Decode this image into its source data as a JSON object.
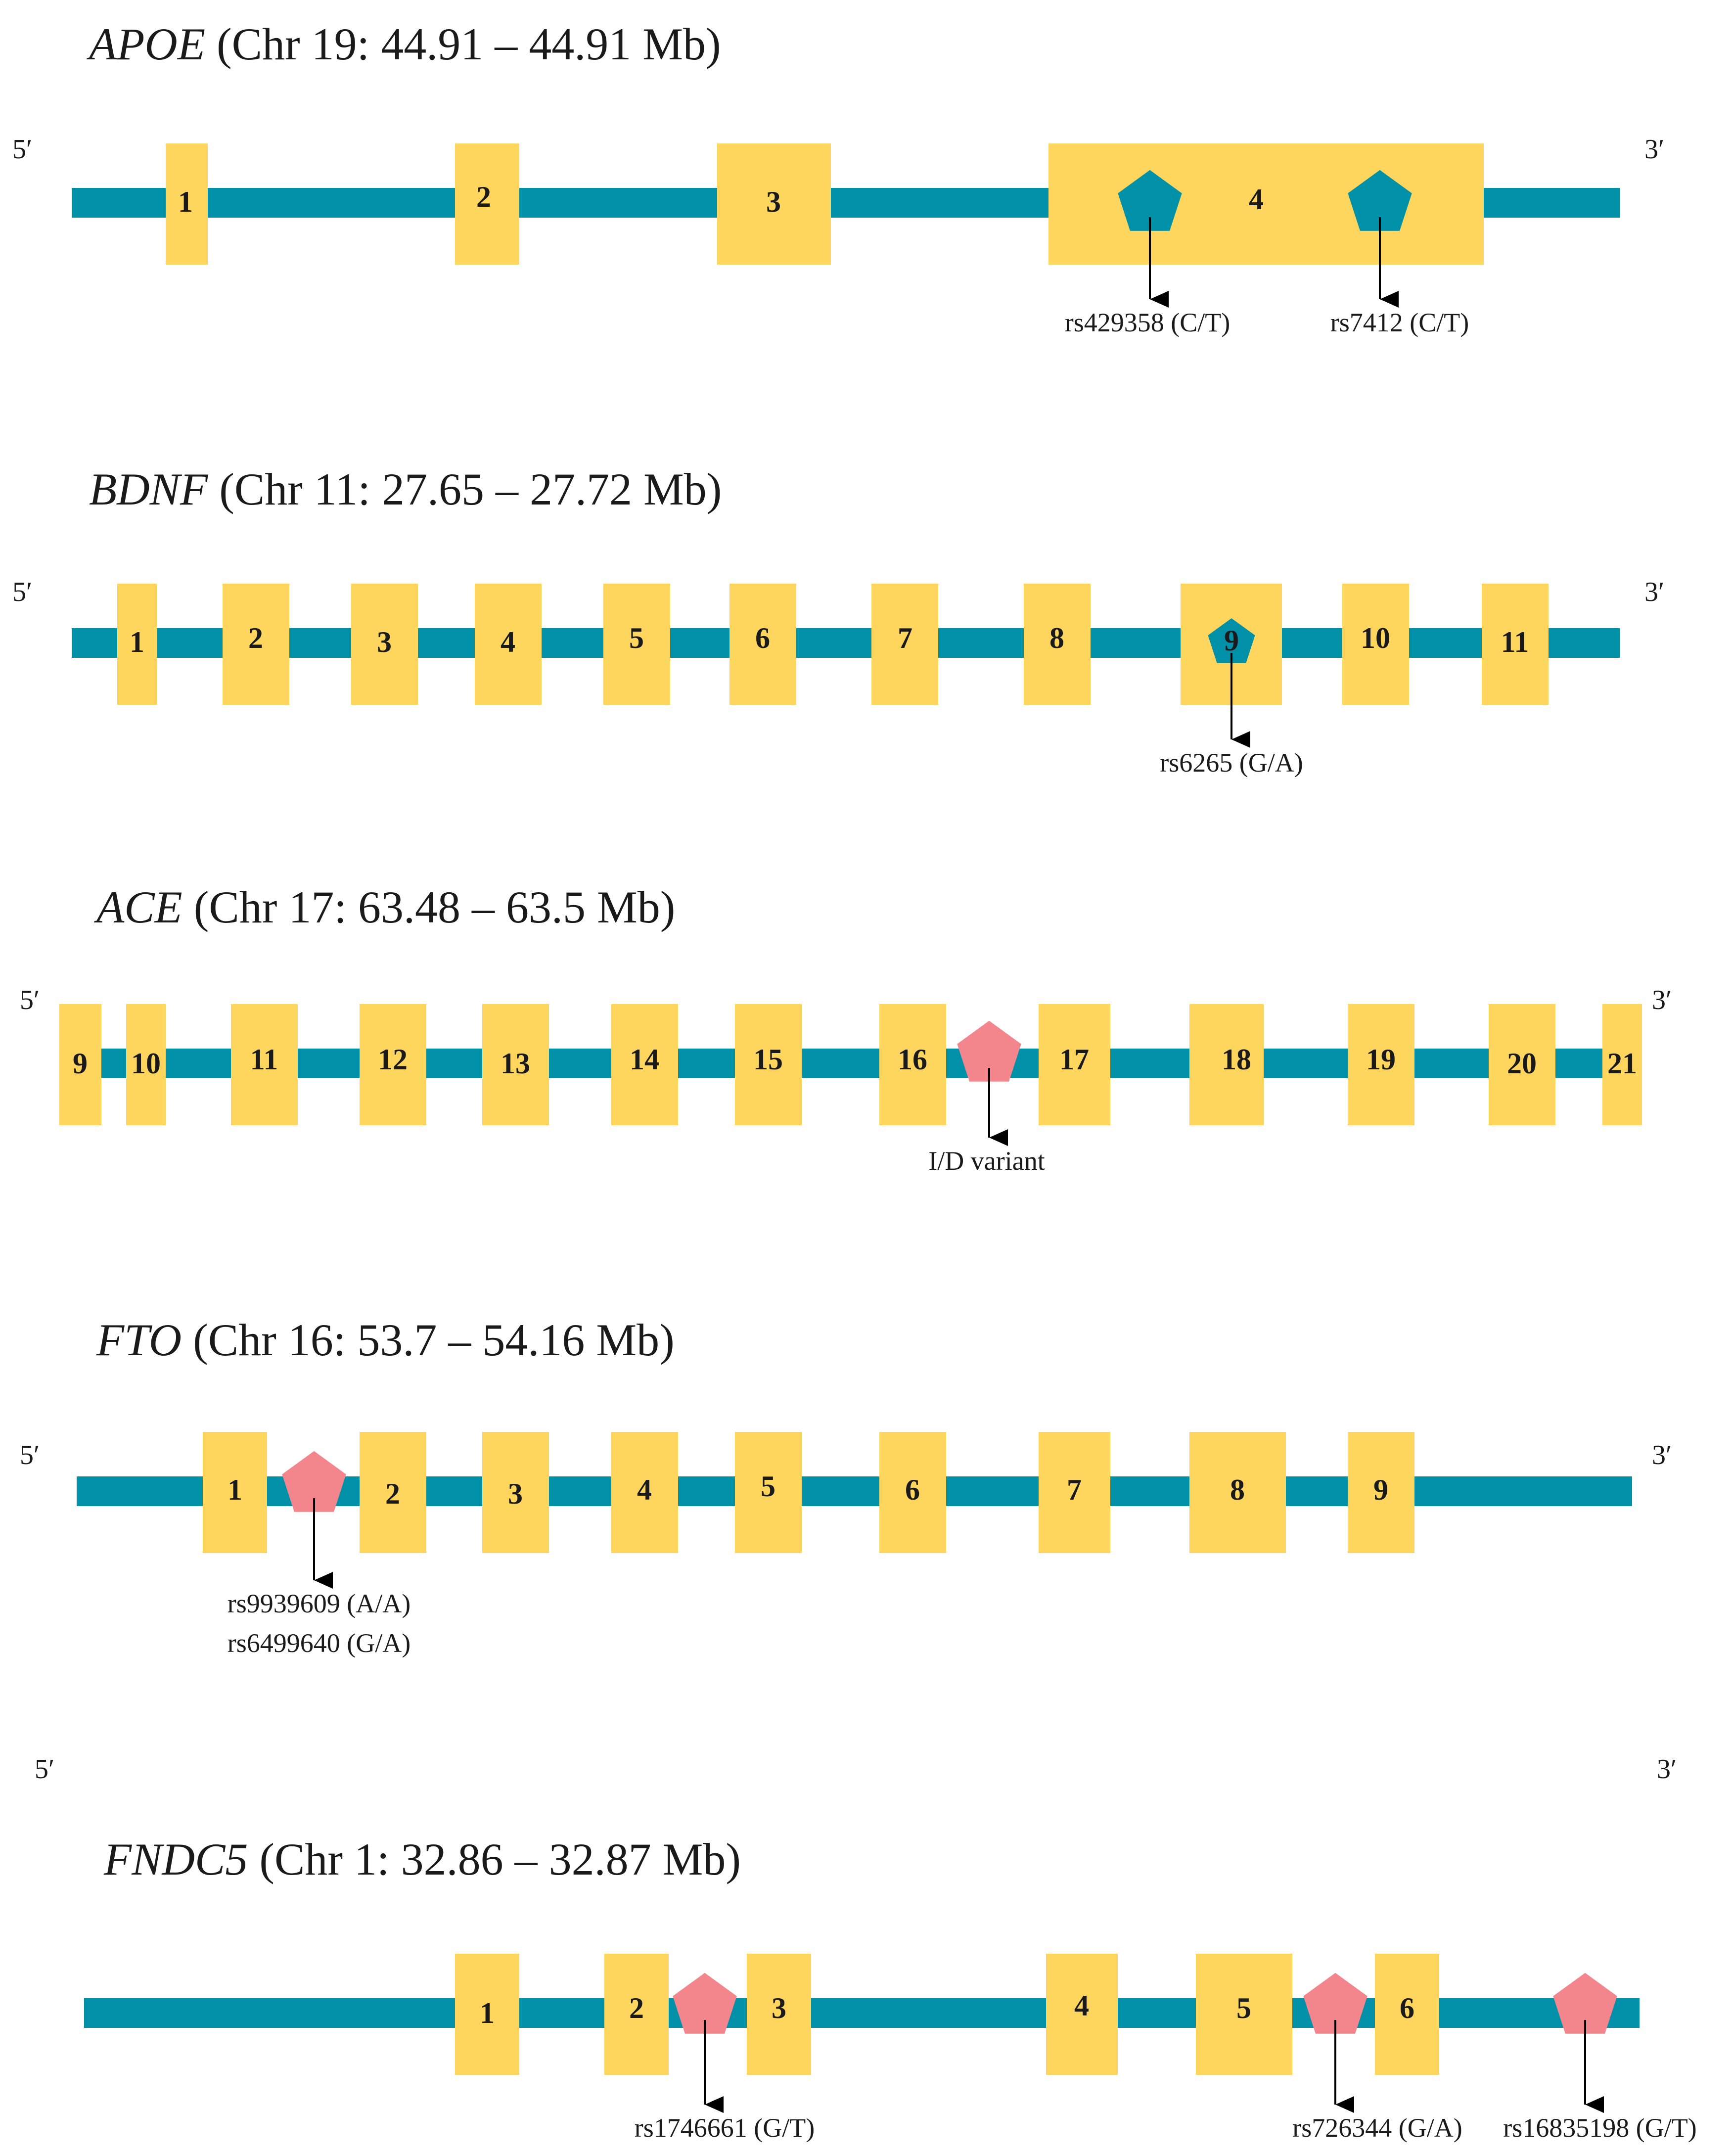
{
  "colors": {
    "backbone": "#0090a8",
    "exon": "#fed65e",
    "snp_teal": "#0090a8",
    "snp_pink": "#f3868d",
    "arrow": "#000000"
  },
  "labels": {
    "five_prime": "5′",
    "three_prime": "3′"
  },
  "genes": [
    {
      "name": "APOE",
      "location": " (Chr 19: 44.91 – 44.91 Mb)",
      "exons": [
        "1",
        "2",
        "3",
        "4"
      ],
      "variants": [
        {
          "label": "rs429358 (C/T)",
          "color": "teal"
        },
        {
          "label": "rs7412 (C/T)",
          "color": "teal"
        }
      ]
    },
    {
      "name": "BDNF",
      "location": " (Chr 11: 27.65 – 27.72 Mb)",
      "exons": [
        "1",
        "2",
        "3",
        "4",
        "5",
        "6",
        "7",
        "8",
        "9",
        "10",
        "11"
      ],
      "variants": [
        {
          "label": "rs6265 (G/A)",
          "color": "teal"
        }
      ]
    },
    {
      "name": "ACE",
      "location": " (Chr 17: 63.48 – 63.5 Mb)",
      "exons": [
        "9",
        "10",
        "11",
        "12",
        "13",
        "14",
        "15",
        "16",
        "17",
        "18",
        "19",
        "20",
        "21"
      ],
      "variants": [
        {
          "label": "I/D variant",
          "color": "pink"
        }
      ]
    },
    {
      "name": "FTO",
      "location": " (Chr 16: 53.7 – 54.16 Mb)",
      "exons": [
        "1",
        "2",
        "3",
        "4",
        "5",
        "6",
        "7",
        "8",
        "9"
      ],
      "variants": [
        {
          "label": "rs9939609 (A/A)",
          "label2": "rs6499640 (G/A)",
          "color": "pink"
        }
      ]
    },
    {
      "name": "FNDC5",
      "location": " (Chr 1: 32.86 – 32.87 Mb)",
      "exons": [
        "1",
        "2",
        "3",
        "4",
        "5",
        "6"
      ],
      "variants": [
        {
          "label": "rs1746661 (G/T)",
          "color": "pink"
        },
        {
          "label": "rs726344 (G/A)",
          "color": "pink"
        },
        {
          "label": "rs16835198 (G/T)",
          "color": "pink"
        }
      ]
    }
  ]
}
